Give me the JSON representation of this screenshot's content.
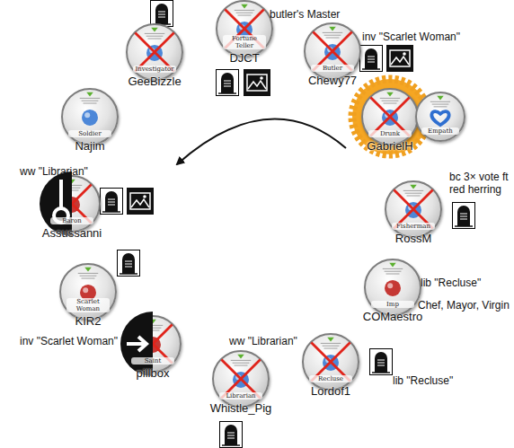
{
  "diagram": {
    "nodes": [
      {
        "text": [
          "Investigator",
          "GeeBizzle"
        ]
      },
      {
        "text": [
          "Fortune Teller",
          "DJCT"
        ]
      },
      {
        "text": [
          "Butler",
          "Chewy77"
        ]
      },
      {
        "text": [
          "Drunk",
          "GabrielH"
        ]
      },
      {
        "text": [
          "Empath"
        ]
      },
      {
        "text": [
          "Fisherman",
          "RossM"
        ]
      },
      {
        "text": [
          "Imp",
          "COMaestro"
        ]
      },
      {
        "text": [
          "Recluse",
          "Lordof1"
        ]
      },
      {
        "text": [
          "Librarian",
          "Whistle_Pig"
        ]
      },
      {
        "text": [
          "Saint",
          "pillbox"
        ]
      },
      {
        "text": [
          "Scarlet Woman",
          "KIR2"
        ]
      },
      {
        "text": [
          "Baron",
          "Assussanni"
        ]
      },
      {
        "text": [
          "Soldier",
          "Najim"
        ]
      }
    ],
    "labels": [
      "butler's Master",
      "inv \"Scarlet Woman\"",
      "bc 3× vote ft red herring",
      "lib \"Recluse\"",
      "Chef, Mayor, Virgin",
      "lib \"Recluse\"",
      "ww \"Librarian\"",
      "inv \"Scarlet Woman\"",
      "ww \"Librarian\""
    ]
  }
}
